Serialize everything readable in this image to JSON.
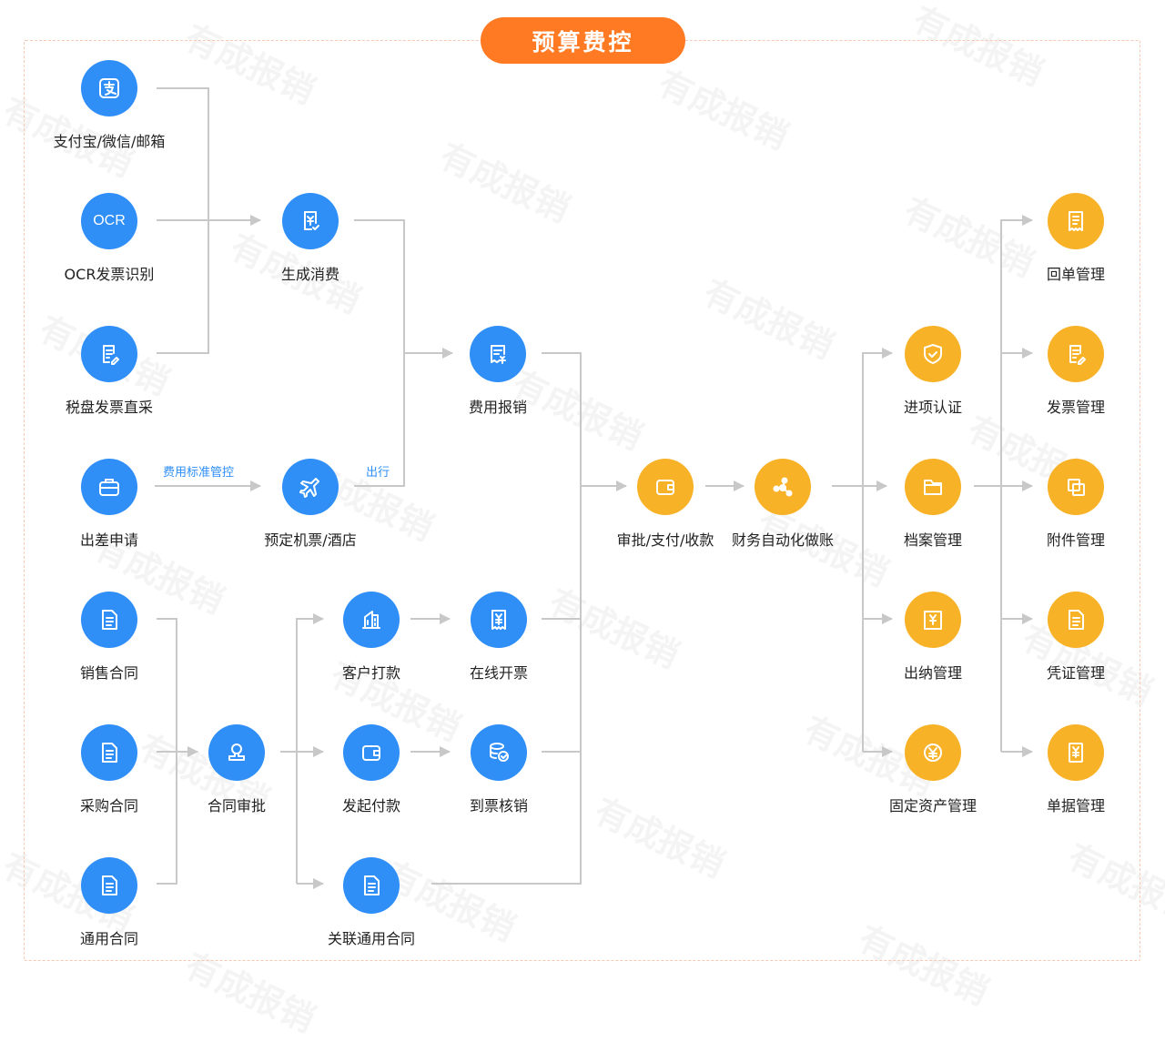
{
  "title": "预算费控",
  "nodes": {
    "alipay": "支付宝/微信/邮箱",
    "ocr": "OCR发票识别",
    "ocr_icon_text": "OCR",
    "tax": "税盘发票直采",
    "trip": "出差申请",
    "consume": "生成消费",
    "book": "预定机票/酒店",
    "reimb": "费用报销",
    "approve": "审批/支付/收款",
    "auto": "财务自动化做账",
    "sales": "销售合同",
    "purchase": "采购合同",
    "general": "通用合同",
    "contract_approve": "合同审批",
    "client_pay": "客户打款",
    "initiate_pay": "发起付款",
    "related": "关联通用合同",
    "online_invoice": "在线开票",
    "invoice_verify": "到票核销",
    "input_cert": "进项认证",
    "archive": "档案管理",
    "cashier": "出纳管理",
    "fixed_asset": "固定资产管理",
    "receipt": "回单管理",
    "invoice_mgmt": "发票管理",
    "attachment": "附件管理",
    "voucher": "凭证管理",
    "bill": "单据管理"
  },
  "edge_labels": {
    "standard": "费用标准管控",
    "travel": "出行"
  },
  "watermark": "有成报销",
  "colors": {
    "blue": "#2f8ff7",
    "orange": "#f8b228",
    "title": "#ff7a22",
    "line": "#c8c8c8"
  }
}
